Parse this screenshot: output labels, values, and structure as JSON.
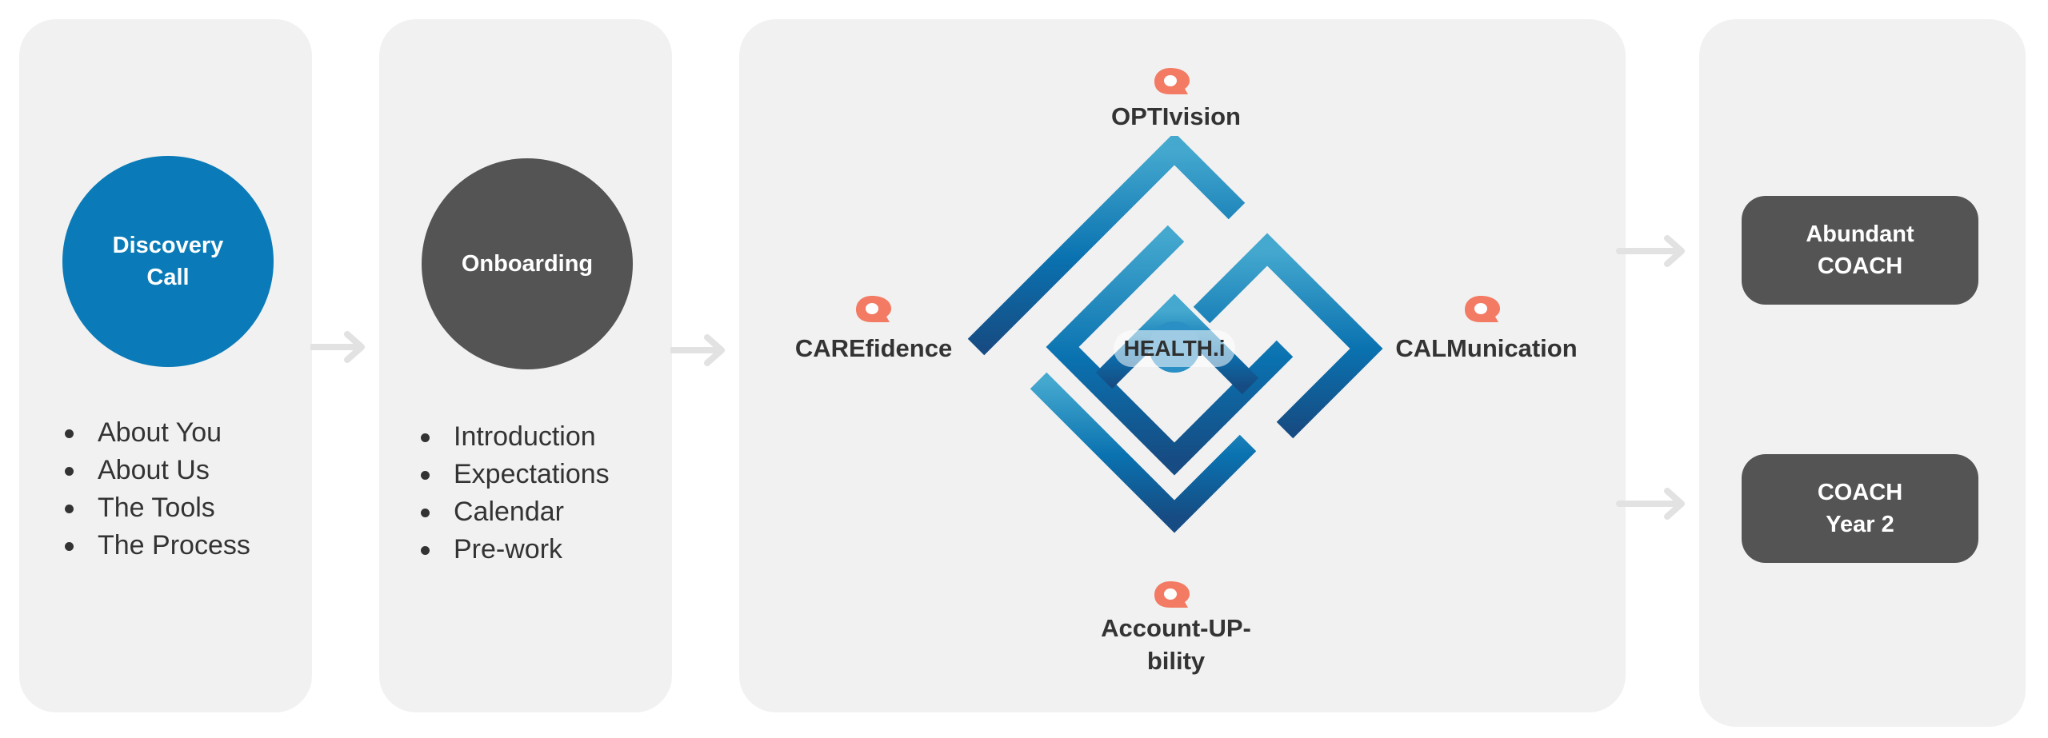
{
  "stage1": {
    "title": "Discovery\nCall",
    "items": [
      "About You",
      "About Us",
      "The Tools",
      "The Process"
    ]
  },
  "stage2": {
    "title": "Onboarding",
    "items": [
      "Introduction",
      "Expectations",
      "Calendar",
      "Pre-work"
    ]
  },
  "stage3": {
    "center_label": "HEALTH.i",
    "pillars": {
      "top": "OPTIvision",
      "left": "CAREfidence",
      "right": "CALMunication",
      "bottom": "Account-UP-\nbility"
    },
    "pillar_icon": "q-logo-icon"
  },
  "stage4": {
    "outcome_1": "Abundant\nCOACH",
    "outcome_2": "COACH\nYear 2"
  },
  "colors": {
    "panel_bg": "#f1f1f1",
    "accent_blue": "#0a7bb8",
    "dark_gray": "#545454",
    "arrow_gray": "#e2e2e2",
    "icon_coral": "#f37a63",
    "maze_top": "#45a9cf",
    "maze_bottom": "#164c83"
  }
}
